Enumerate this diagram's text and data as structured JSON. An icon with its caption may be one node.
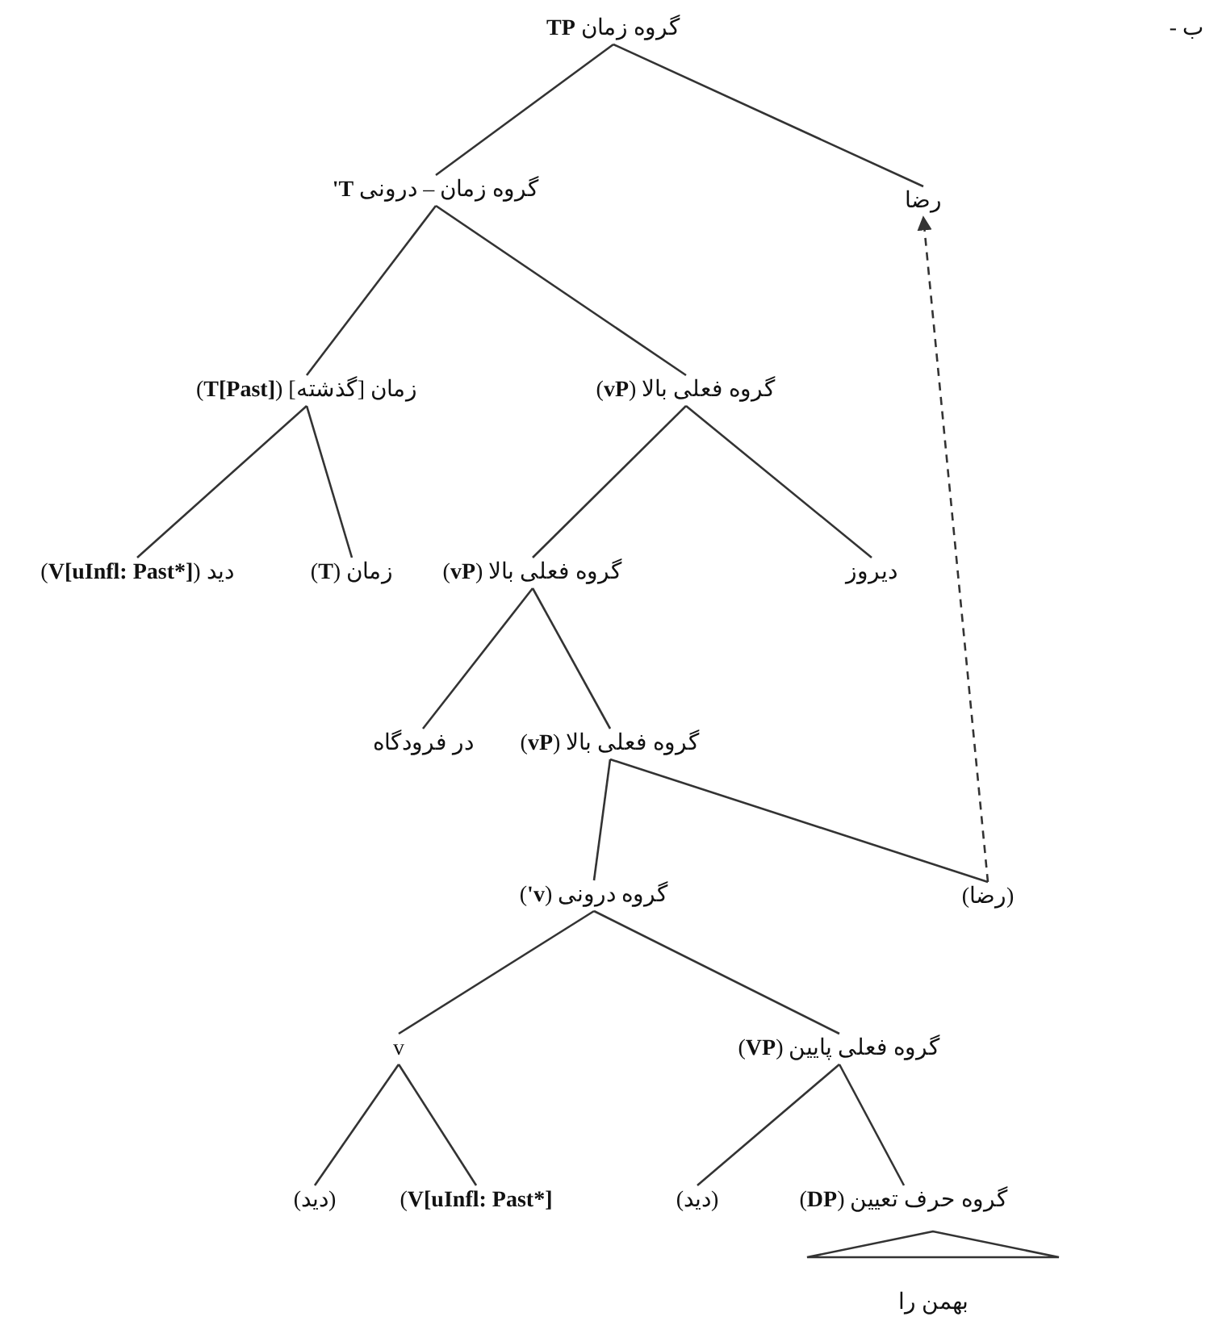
{
  "diagram": {
    "nodes": [
      {
        "text": [
          "گروه زمان **TP**"
        ]
      },
      {
        "text": [
          "گروه زمان – درونی **T'**"
        ]
      },
      {
        "text": [
          "رضا"
        ]
      },
      {
        "text": [
          "زمان [گذشته] (**T[Past]**)"
        ]
      },
      {
        "text": [
          "گروه فعلی بالا (**vP**)"
        ]
      },
      {
        "text": [
          "دید (**V[uInfl: Past*]**)"
        ]
      },
      {
        "text": [
          "زمان (**T**)"
        ]
      },
      {
        "text": [
          "گروه فعلی بالا (**vP**)"
        ]
      },
      {
        "text": [
          "دیروز"
        ]
      },
      {
        "text": [
          "در فرودگاه"
        ]
      },
      {
        "text": [
          "گروه فعلی بالا (**vP**)"
        ]
      },
      {
        "text": [
          "گروه درونی (**v'**)"
        ]
      },
      {
        "text": [
          "(رضا)"
        ]
      },
      {
        "text": [
          "v"
        ]
      },
      {
        "text": [
          "گروه فعلی پایین (**VP**)"
        ]
      },
      {
        "text": [
          "(دید)"
        ]
      },
      {
        "text": [
          "**V[uInfl: Past*]**)"
        ]
      },
      {
        "text": [
          "(دید)"
        ]
      },
      {
        "text": [
          "گروه حرف تعیین (**DP**)"
        ]
      },
      {
        "text": [
          "بهمن را"
        ]
      }
    ],
    "edges": [
      {
        "from": 0,
        "to": 1,
        "arrow": "none"
      },
      {
        "from": 0,
        "to": 2,
        "arrow": "none"
      },
      {
        "from": 1,
        "to": 3,
        "arrow": "none"
      },
      {
        "from": 1,
        "to": 4,
        "arrow": "none"
      },
      {
        "from": 3,
        "to": 5,
        "arrow": "none"
      },
      {
        "from": 3,
        "to": 6,
        "arrow": "none"
      },
      {
        "from": 4,
        "to": 7,
        "arrow": "none"
      },
      {
        "from": 4,
        "to": 8,
        "arrow": "none"
      },
      {
        "from": 7,
        "to": 9,
        "arrow": "none"
      },
      {
        "from": 7,
        "to": 10,
        "arrow": "none"
      },
      {
        "from": 10,
        "to": 11,
        "arrow": "none"
      },
      {
        "from": 10,
        "to": 12,
        "arrow": "none"
      },
      {
        "from": 11,
        "to": 13,
        "arrow": "none"
      },
      {
        "from": 11,
        "to": 14,
        "arrow": "none"
      },
      {
        "from": 13,
        "to": 15,
        "arrow": "none"
      },
      {
        "from": 13,
        "to": 16,
        "arrow": "none"
      },
      {
        "from": 14,
        "to": 17,
        "arrow": "none"
      },
      {
        "from": 14,
        "to": 18,
        "arrow": "none"
      },
      {
        "from": 12,
        "to": 2,
        "arrow": "to",
        "style": "dashed"
      }
    ],
    "labels": [
      "ب -"
    ]
  }
}
